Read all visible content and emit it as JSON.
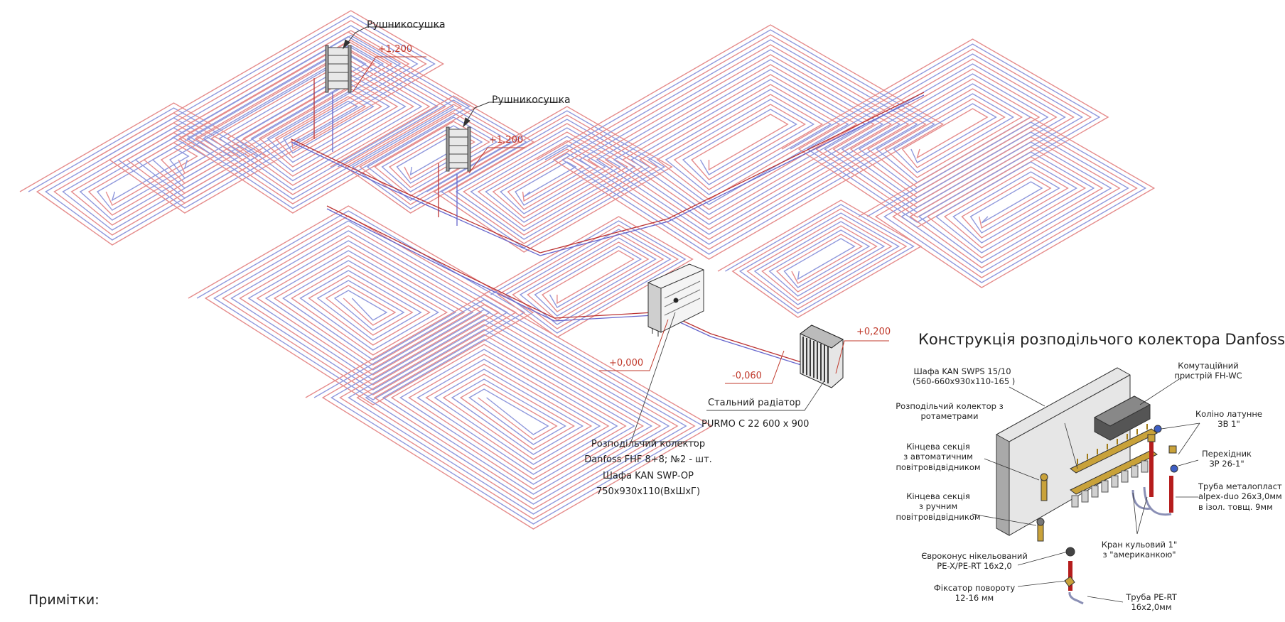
{
  "labels": {
    "towel_rail_1": "Рушникосушка",
    "towel_rail_2": "Рушникосушка",
    "level_towel_1": "+1,200",
    "level_towel_2": "+1,200",
    "level_collector": "+0,000",
    "level_radiator_in": "-0,060",
    "level_radiator_out": "+0,200",
    "radiator_name": "Стальний радіатор",
    "radiator_model": "PURMO C 22 600 x 900",
    "collector_line1": "Розподільчий колектор",
    "collector_line2": "Danfoss FHF 8+8; №2 - шт.",
    "collector_line3": "Шафа KAN SWP-OP",
    "collector_line4": "750x930x110(ВхШхГ)",
    "notes": "Примітки:"
  },
  "detail": {
    "title": "Конструкція розподільчого колектора Danfoss",
    "cabinet_line1": "Шафа KAN SWPS 15/10",
    "cabinet_line2": "(560-660x930x110-165 )",
    "manifold_line1": "Розподільчий колектор з",
    "manifold_line2": "ротаметрами",
    "end_auto_line1": "Кінцева секція",
    "end_auto_line2": "з автоматичним",
    "end_auto_line3": "повітровідвідником",
    "end_manual_line1": "Кінцева секція",
    "end_manual_line2": "з ручним",
    "end_manual_line3": "повітровідвідником",
    "euro_line1": "Євроконус нікельований",
    "euro_line2": "PE-X/PE-RT 16x2,0",
    "fixer_line1": "Фіксатор повороту",
    "fixer_line2": "12-16 мм",
    "switch_line1": "Комутаційний",
    "switch_line2": "пристрій FH-WC",
    "elbow_line1": "Коліно латунне",
    "elbow_line2": "ЗВ 1\"",
    "adapter_line1": "Перехідник",
    "adapter_line2": "ЗР 26-1\"",
    "pipe_ml_line1": "Труба металопласт",
    "pipe_ml_line2": "alpex-duo 26x3,0мм",
    "pipe_ml_line3": "в ізол. товщ. 9мм",
    "valve_line1": "Кран кульовий 1\"",
    "valve_line2": "з \"американкою\"",
    "pipe_pert_line1": "Труба PE-RT",
    "pipe_pert_line2": "16x2,0мм"
  },
  "colors": {
    "supply": "#e58c8c",
    "return": "#8f98dc",
    "level": "#c0392b",
    "pipe_red": "#cc2222"
  },
  "icons": [
    "towel-rail-icon",
    "radiator-icon",
    "collector-cabinet-icon",
    "manifold-icon",
    "switch-box-icon",
    "ball-valve-icon"
  ]
}
